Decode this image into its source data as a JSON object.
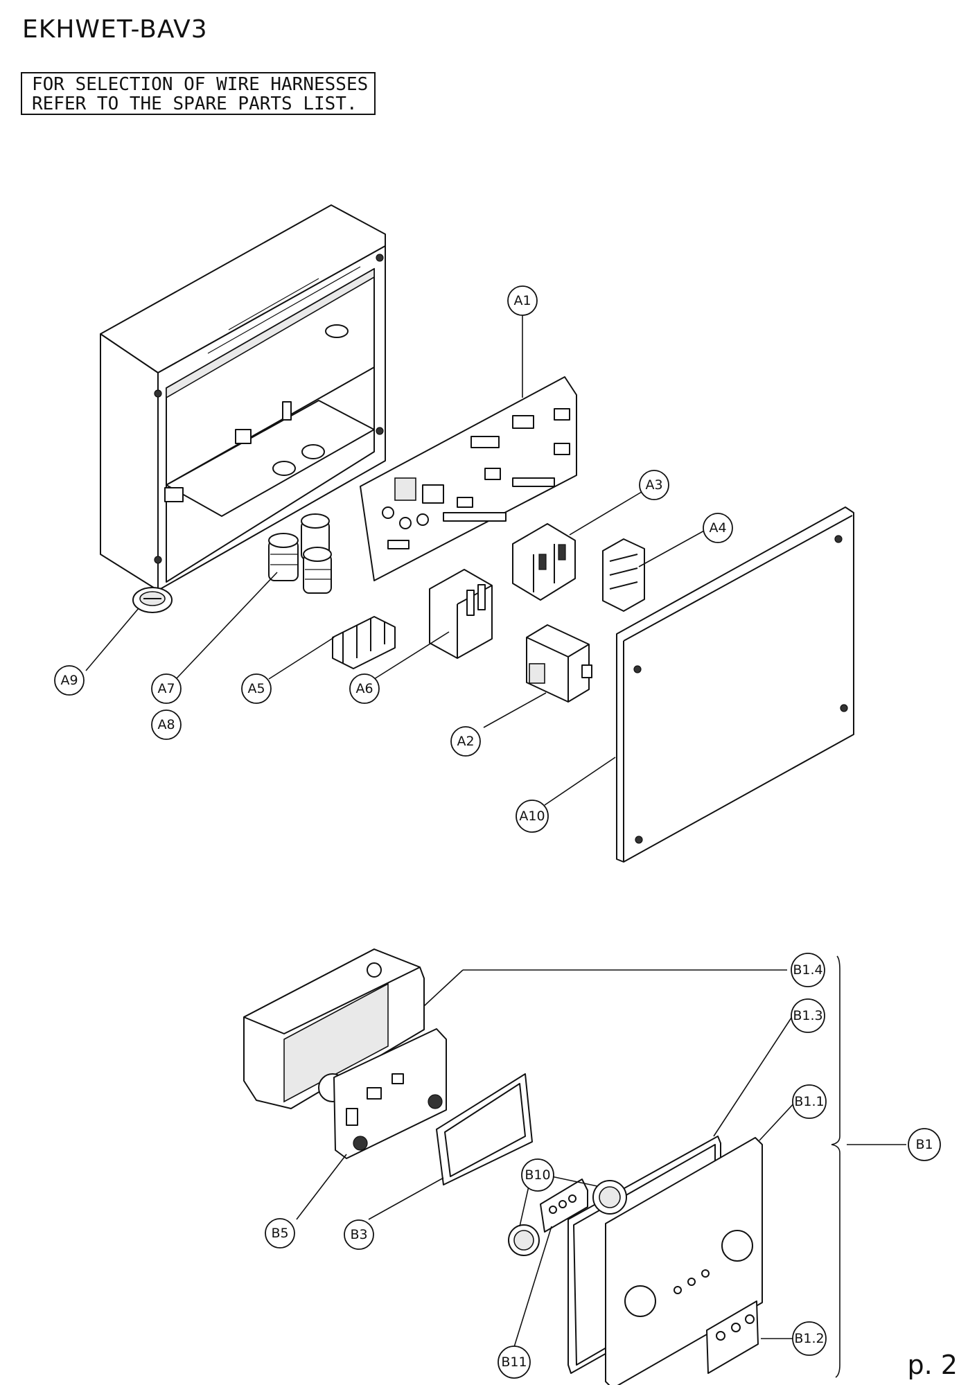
{
  "title": "EKHWET-BAV3",
  "note": {
    "line1": "FOR SELECTION OF WIRE HARNESSES",
    "line2": "REFER TO THE SPARE PARTS LIST."
  },
  "page_number": "p. 2",
  "callouts": {
    "a1": "A1",
    "a2": "A2",
    "a3": "A3",
    "a4": "A4",
    "a5": "A5",
    "a6": "A6",
    "a7": "A7",
    "a8": "A8",
    "a9": "A9",
    "a10": "A10",
    "b1": "B1",
    "b1_1": "B1.1",
    "b1_2": "B1.2",
    "b1_3": "B1.3",
    "b1_4": "B1.4",
    "b3": "B3",
    "b5": "B5",
    "b10": "B10",
    "b11": "B11"
  }
}
